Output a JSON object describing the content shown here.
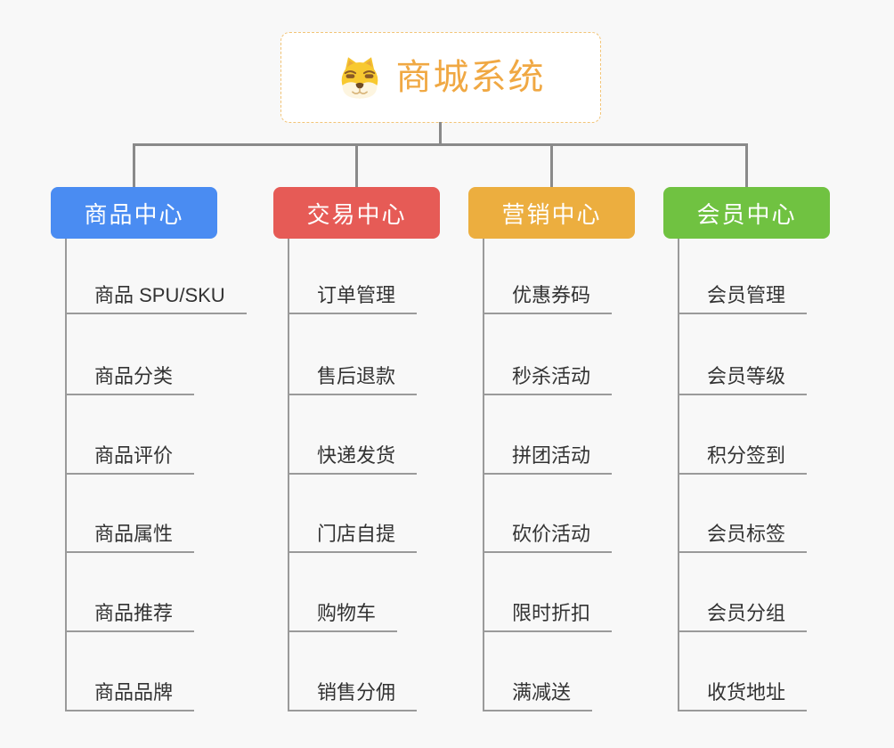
{
  "canvas": {
    "background": "#f8f8f8",
    "connector_color": "#8a8a8a",
    "leaf_line_color": "#9a9a9a"
  },
  "root": {
    "title": "商城系统",
    "icon": "dog-face-icon",
    "text_color": "#f0a843",
    "border_color": "#f2c476"
  },
  "branches": [
    {
      "label": "商品中心",
      "color": "#4a8cf2",
      "items": [
        "商品 SPU/SKU",
        "商品分类",
        "商品评价",
        "商品属性",
        "商品推荐",
        "商品品牌"
      ]
    },
    {
      "label": "交易中心",
      "color": "#e65b56",
      "items": [
        "订单管理",
        "售后退款",
        "快递发货",
        "门店自提",
        "购物车",
        "销售分佣"
      ]
    },
    {
      "label": "营销中心",
      "color": "#ecae3f",
      "items": [
        "优惠券码",
        "秒杀活动",
        "拼团活动",
        "砍价活动",
        "限时折扣",
        "满减送"
      ]
    },
    {
      "label": "会员中心",
      "color": "#70c241",
      "items": [
        "会员管理",
        "会员等级",
        "积分签到",
        "会员标签",
        "会员分组",
        "收货地址"
      ]
    }
  ]
}
